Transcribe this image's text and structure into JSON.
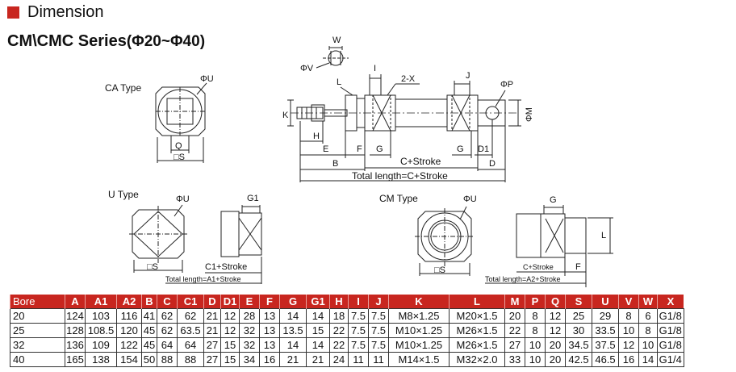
{
  "header": {
    "title": "Dimension",
    "accent_color": "#c8261f"
  },
  "series": {
    "name": "CM\\CMC Series",
    "range": "(Φ20~Φ40)"
  },
  "labels": {
    "ca_type": "CA Type",
    "u_type": "U Type",
    "cm_type": "CM Type",
    "phi_u_1": "ΦU",
    "phi_u_2": "ΦU",
    "phi_u_3": "ΦU",
    "q": "Q",
    "s1": "□S",
    "s2": "□S",
    "s3": "□S",
    "w": "W",
    "phi_v": "ΦV",
    "l_top": "L",
    "i": "I",
    "two_x": "2-X",
    "j": "J",
    "phi_p": "ΦP",
    "k": "K",
    "phi_m": "ΦM",
    "h": "H",
    "e": "E",
    "f_main": "F",
    "g_main": "G",
    "c_stroke": "C+Stroke",
    "g2": "G",
    "d1": "D1",
    "b": "B",
    "d": "D",
    "total_c": "Total length=C+Stroke",
    "g1": "G1",
    "c1_stroke": "C1+Stroke",
    "total_a1": "Total length=A1+Stroke",
    "g_cm": "G",
    "l_cm": "L",
    "c_stroke_cm": "C+Stroke",
    "f_cm": "F",
    "total_a2": "Total length=A2+Stroke"
  },
  "table": {
    "headers": [
      "Bore",
      "A",
      "A1",
      "A2",
      "B",
      "C",
      "C1",
      "D",
      "D1",
      "E",
      "F",
      "G",
      "G1",
      "H",
      "I",
      "J",
      "K",
      "L",
      "M",
      "P",
      "Q",
      "S",
      "U",
      "V",
      "W",
      "X"
    ],
    "rows": [
      [
        "20",
        "124",
        "103",
        "116",
        "41",
        "62",
        "62",
        "21",
        "12",
        "28",
        "13",
        "14",
        "14",
        "18",
        "7.5",
        "7.5",
        "M8×1.25",
        "M20×1.5",
        "20",
        "8",
        "12",
        "25",
        "29",
        "8",
        "6",
        "G1/8"
      ],
      [
        "25",
        "128",
        "108.5",
        "120",
        "45",
        "62",
        "63.5",
        "21",
        "12",
        "32",
        "13",
        "13.5",
        "15",
        "22",
        "7.5",
        "7.5",
        "M10×1.25",
        "M26×1.5",
        "22",
        "8",
        "12",
        "30",
        "33.5",
        "10",
        "8",
        "G1/8"
      ],
      [
        "32",
        "136",
        "109",
        "122",
        "45",
        "64",
        "64",
        "27",
        "15",
        "32",
        "13",
        "14",
        "14",
        "22",
        "7.5",
        "7.5",
        "M10×1.25",
        "M26×1.5",
        "27",
        "10",
        "20",
        "34.5",
        "37.5",
        "12",
        "10",
        "G1/8"
      ],
      [
        "40",
        "165",
        "138",
        "154",
        "50",
        "88",
        "88",
        "27",
        "15",
        "34",
        "16",
        "21",
        "21",
        "24",
        "11",
        "11",
        "M14×1.5",
        "M32×2.0",
        "33",
        "10",
        "20",
        "42.5",
        "46.5",
        "16",
        "14",
        "G1/4"
      ]
    ]
  }
}
